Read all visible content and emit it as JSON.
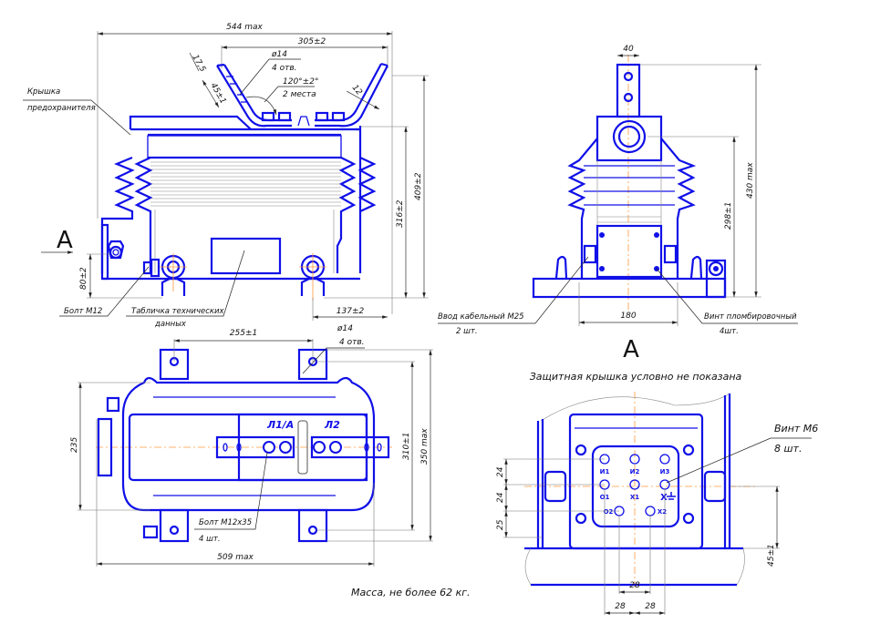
{
  "drawing": {
    "colors": {
      "object": "#1010e8",
      "centerline": "#ff9a3c",
      "dimension": "#333333"
    },
    "front_view": {
      "dims": {
        "overall_width": "544 max",
        "bracket_span": "305±2",
        "hole_dia": "ø14",
        "hole_count": "4 отв.",
        "angle": "120°±2°",
        "angle_places": "2 места",
        "slot_offset": "17,5",
        "slot_len": "45±1",
        "thickness": "12",
        "height_main": "316±2",
        "height_total": "409±2",
        "bolt_height": "80±2",
        "foot_offset": "137±2"
      },
      "callouts": {
        "fuse_cover_1": "Крышка",
        "fuse_cover_2": "предохранителя",
        "bolt": "Болт М12",
        "plate_1": "Табличка технических",
        "plate_2": "данных"
      },
      "view_arrow": "A"
    },
    "side_view": {
      "dims": {
        "top_width": "40",
        "height_max": "430 max",
        "height_axis": "298±1",
        "base_width": "180"
      },
      "callouts": {
        "cable_entry_1": "Ввод кабельный М25",
        "cable_entry_2": "2 шт.",
        "seal_screw_1": "Винт пломбировочный",
        "seal_screw_2": "4шт."
      }
    },
    "top_view": {
      "dims": {
        "hole_spacing": "255±1",
        "hole_dia": "ø14",
        "hole_count": "4 отв.",
        "width": "235",
        "hole_pitch": "310±1",
        "depth_max": "350 max",
        "length_max": "509 max"
      },
      "terminals": {
        "l1": "Л1/А",
        "l2": "Л2"
      },
      "callouts": {
        "bolt_1": "Болт М12х35",
        "bolt_2": "4 шт."
      }
    },
    "view_a": {
      "title": "A",
      "note": "Защитная крышка условно не показана",
      "callouts": {
        "screw_1": "Винт М6",
        "screw_2": "8 шт."
      },
      "terminals": [
        "И1",
        "И2",
        "И3",
        "О1",
        "Х1",
        "Х",
        "О2",
        "Х2"
      ],
      "dims": {
        "row1": "24",
        "row2": "24",
        "row3": "25",
        "pitch_center": "28",
        "pitch_left": "28",
        "pitch_right": "28",
        "height": "45±1"
      }
    },
    "mass_note": "Масса, не более 62 кг."
  }
}
